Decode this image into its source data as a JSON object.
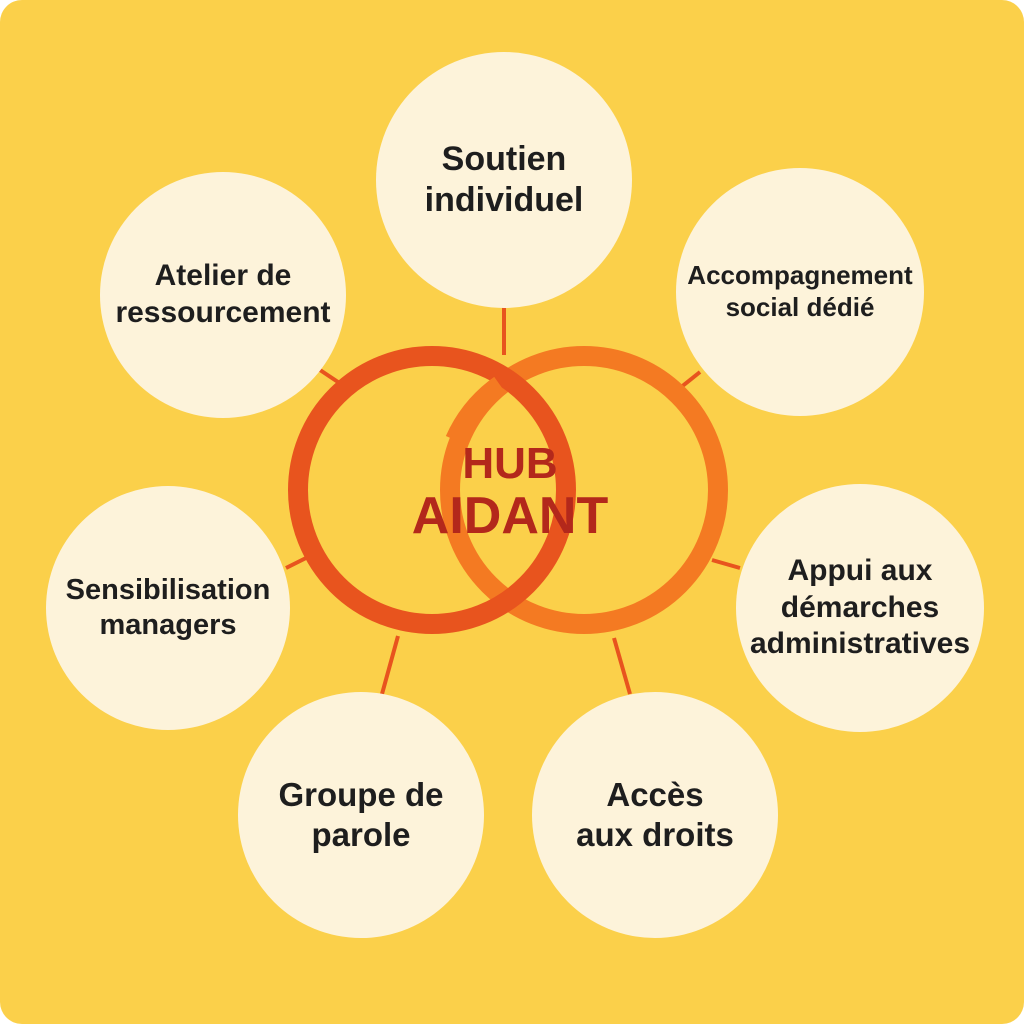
{
  "hub": {
    "line1": "HUB",
    "line2": "AIDANT"
  },
  "services": [
    {
      "label": "Soutien\nindividuel"
    },
    {
      "label": "Accompagnement\nsocial dédié"
    },
    {
      "label": "Appui aux\ndémarches\nadministratives"
    },
    {
      "label": "Accès\naux droits"
    },
    {
      "label": "Groupe de\nparole"
    },
    {
      "label": "Sensibilisation\nmanagers"
    },
    {
      "label": "Atelier de\nressourcement"
    }
  ],
  "colors": {
    "background": "#FBD04A",
    "bubble": "#FDF3DA",
    "ring_left": "#E8541E",
    "ring_right": "#F47A22",
    "hub_text": "#B3281B"
  }
}
